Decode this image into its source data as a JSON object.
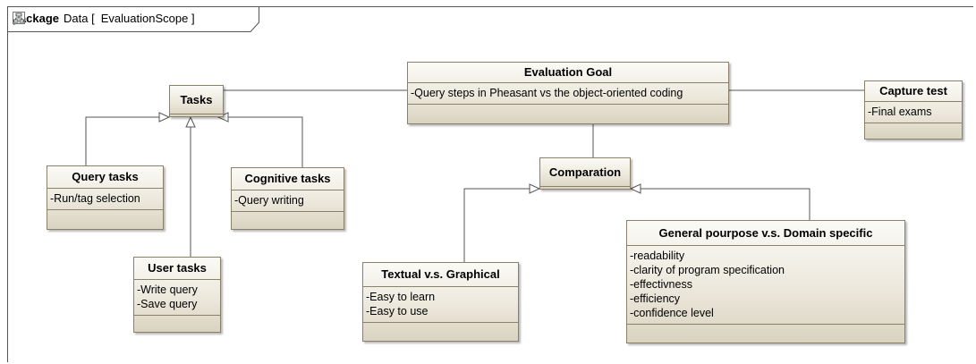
{
  "package": {
    "keyword": "package",
    "name": "Data",
    "diagram_name": "EvaluationScope"
  },
  "classes": {
    "tasks": {
      "name": "Tasks",
      "attributes": []
    },
    "evaluation_goal": {
      "name": "Evaluation Goal",
      "attributes": [
        "-Query steps in Pheasant vs the object-oriented coding"
      ]
    },
    "capture_test": {
      "name": "Capture test",
      "attributes": [
        "-Final exams"
      ]
    },
    "comparation": {
      "name": "Comparation",
      "attributes": []
    },
    "query_tasks": {
      "name": "Query tasks",
      "attributes": [
        "-Run/tag selection"
      ]
    },
    "cognitive_tasks": {
      "name": "Cognitive tasks",
      "attributes": [
        "-Query writing"
      ]
    },
    "user_tasks": {
      "name": "User tasks",
      "attributes": [
        "-Write query",
        "-Save query"
      ]
    },
    "textual_vs_graphical": {
      "name": "Textual v.s. Graphical",
      "attributes": [
        "-Easy to learn",
        "-Easy to use"
      ]
    },
    "general_vs_domain": {
      "name": "General pourpose v.s. Domain specific",
      "attributes": [
        "-readability",
        "-clarity of program specification",
        "-effectivness",
        "-efficiency",
        "-confidence level"
      ]
    }
  },
  "relations": [
    {
      "type": "association",
      "from": "evaluation_goal",
      "to": "tasks"
    },
    {
      "type": "association",
      "from": "evaluation_goal",
      "to": "capture_test"
    },
    {
      "type": "association",
      "from": "evaluation_goal",
      "to": "comparation"
    },
    {
      "type": "generalization",
      "from": "query_tasks",
      "to": "tasks"
    },
    {
      "type": "generalization",
      "from": "user_tasks",
      "to": "tasks"
    },
    {
      "type": "generalization",
      "from": "cognitive_tasks",
      "to": "tasks"
    },
    {
      "type": "generalization",
      "from": "textual_vs_graphical",
      "to": "comparation"
    },
    {
      "type": "generalization",
      "from": "general_vs_domain",
      "to": "comparation"
    }
  ]
}
